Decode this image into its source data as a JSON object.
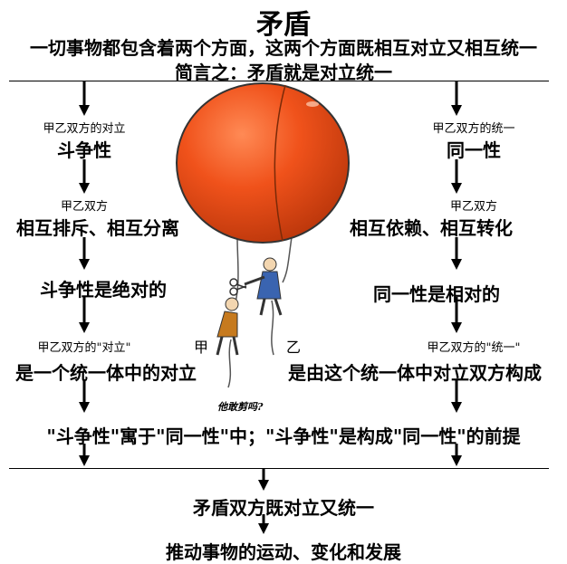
{
  "header": {
    "title": "矛盾",
    "line1": "一切事物都包含着两个方面，这两个方面既相互对立又相互统一",
    "line2": "简言之：矛盾就是对立统一"
  },
  "left": {
    "small1": "甲乙双方的对立",
    "big1": "斗争性",
    "small2": "甲乙双方",
    "big2": "相互排斥、相互分离",
    "big3": "斗争性是绝对的",
    "small4": "甲乙双方的\"对立\"",
    "big4": "是一个统一体中的对立"
  },
  "right": {
    "small1": "甲乙双方的统一",
    "big1": "同一性",
    "small2": "甲乙双方",
    "big2": "相互依赖、相互转化",
    "big3": "同一性是相对的",
    "small4": "甲乙双方的\"统一\"",
    "big4": "是由这个统一体中对立双方构成"
  },
  "figure": {
    "label_jia": "甲",
    "label_yi": "乙",
    "caption": "他敢剪吗?"
  },
  "summary": "\"斗争性\"寓于\"同一性\"中；\"斗争性\"是构成\"同一性\"的前提",
  "conclusion1": "矛盾双方既对立又统一",
  "conclusion2": "推动事物的运动、变化和发展",
  "colors": {
    "balloon": "#f0521b",
    "balloon_shadow": "#c93a0c",
    "arrow": "#000000"
  }
}
